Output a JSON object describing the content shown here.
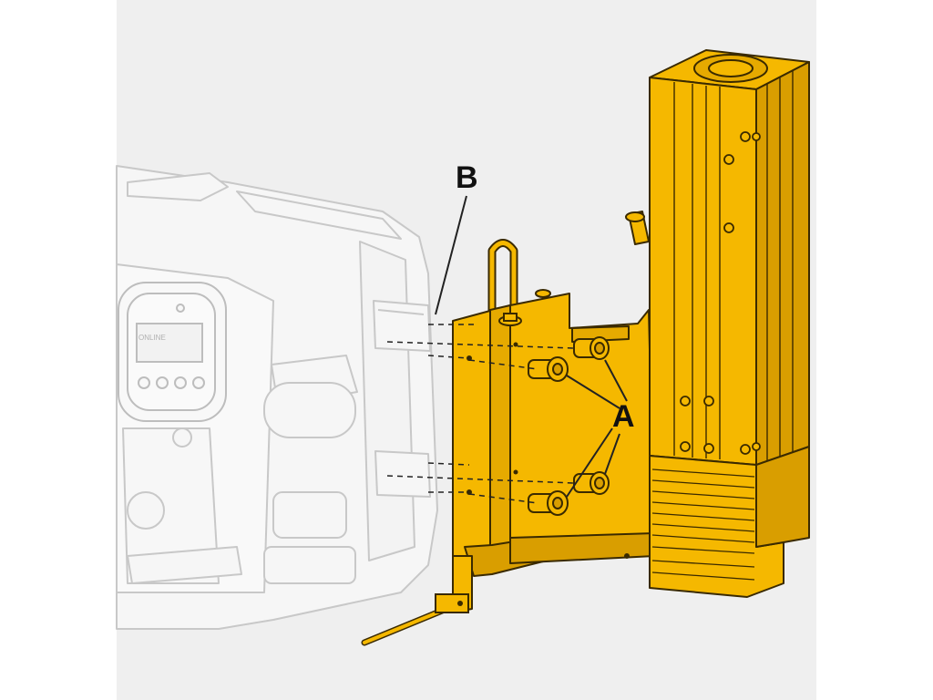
{
  "callouts": {
    "a": "A",
    "b": "B"
  },
  "printer": {
    "display_text": "ONLINE"
  },
  "colors": {
    "background": "#efefef",
    "applicator_fill": "#f5b800",
    "applicator_dark": "#d99e00",
    "outline": "#3a2a00",
    "printer_outline": "#c8c8c8",
    "callout_line": "#222222"
  }
}
